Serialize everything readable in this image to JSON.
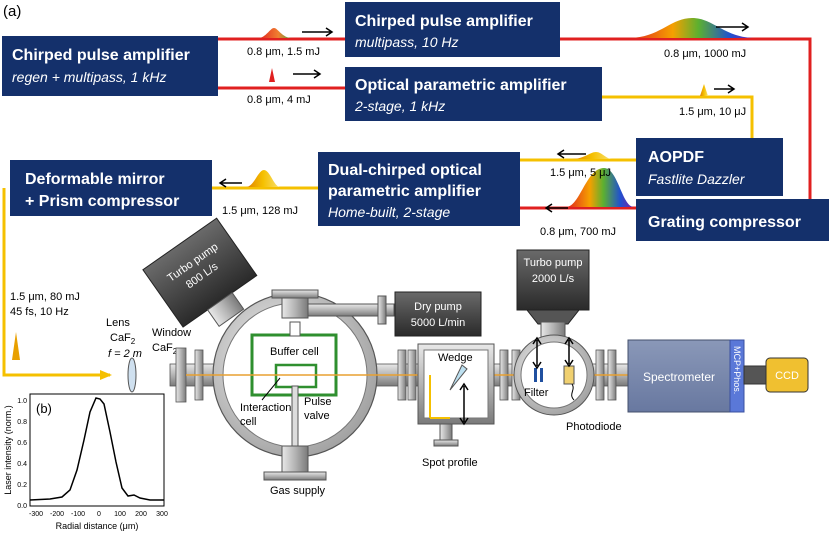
{
  "panel_a_label": "(a)",
  "panel_b_label": "(b)",
  "boxes": {
    "cpa_regen": {
      "title": "Chirped pulse amplifier",
      "subtitle": "regen + multipass, 1 kHz"
    },
    "cpa_multipass": {
      "title": "Chirped pulse amplifier",
      "subtitle": "multipass, 10 Hz"
    },
    "opa": {
      "title": "Optical parametric amplifier",
      "subtitle": "2-stage, 1 kHz"
    },
    "aopdf": {
      "title": "AOPDF",
      "subtitle": "Fastlite Dazzler"
    },
    "grating": {
      "title": "Grating compressor"
    },
    "dcopa": {
      "title1": "Dual-chirped optical",
      "title2": "parametric amplifier",
      "subtitle": "Home-built, 2-stage"
    },
    "deformable": {
      "title1": "Deformable mirror",
      "title2": "+ Prism compressor"
    }
  },
  "beam_labels": {
    "cpa1_out": "0.8 μm, 1.5 mJ",
    "cpa1_to_opa": "0.8 μm, 4 mJ",
    "cpa2_out": "0.8 μm, 1000 mJ",
    "opa_out": "1.5 μm, 10 μJ",
    "aopdf_out": "1.5 μm, 5 μJ",
    "grating_out": "0.8 μm, 700 mJ",
    "dcopa_out": "1.5 μm, 128 mJ",
    "final_1": "1.5 μm, 80 mJ",
    "final_2": "45 fs, 10 Hz"
  },
  "setup": {
    "turbo1_l1": "Turbo pump",
    "turbo1_l2": "800 L/s",
    "turbo2_l1": "Turbo pump",
    "turbo2_l2": "2000 L/s",
    "dry_l1": "Dry pump",
    "dry_l2": "5000 L/min",
    "lens_l1": "Lens",
    "lens_l2": "CaF",
    "lens_l2_sub": "2",
    "lens_l3": "f = 2 m",
    "window_l1": "Window",
    "window_l2": "CaF",
    "window_l2_sub": "2",
    "buffer_cell": "Buffer cell",
    "interaction_l1": "Interaction",
    "interaction_l2": "cell",
    "pulse_l1": "Pulse",
    "pulse_l2": "valve",
    "gas_supply": "Gas supply",
    "wedge": "Wedge",
    "spot_profile": "Spot profile",
    "filter": "Filter",
    "photodiode": "Photodiode",
    "spectrometer": "Spectrometer",
    "mcp": "MCP+Phos.",
    "ccd": "CCD"
  },
  "inset": {
    "ylabel": "Laser intensity (norm.)",
    "xlabel": "Radial distance (μm)",
    "yticks": [
      "0.0",
      "0.2",
      "0.4",
      "0.6",
      "0.8",
      "1.0"
    ],
    "xticks": [
      "-300",
      "-200",
      "-100",
      "0",
      "100",
      "200",
      "300"
    ]
  },
  "colors": {
    "box": "#14306b",
    "red_beam": "#e02020",
    "yellow_beam": "#f5c000",
    "chamber_green": "#2f8f2f"
  }
}
